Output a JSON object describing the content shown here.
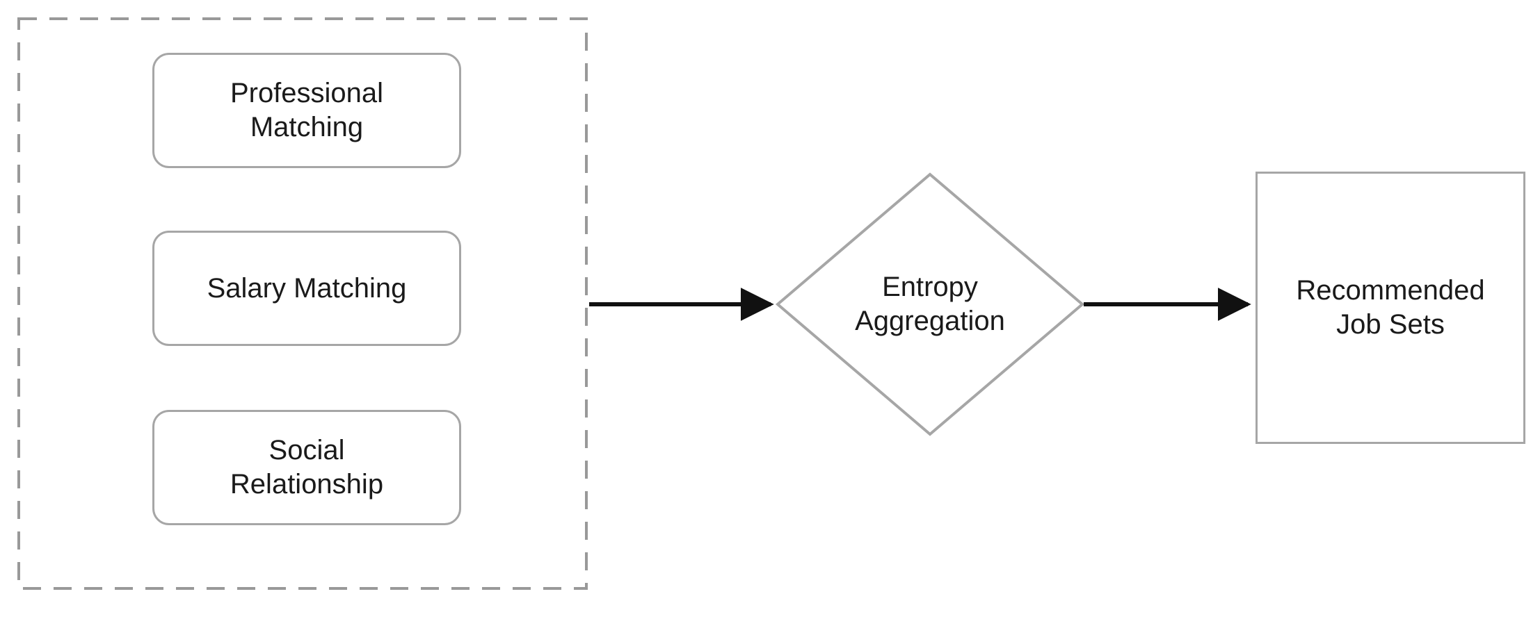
{
  "diagram": {
    "input_group": {
      "nodes": [
        {
          "label": "Professional\nMatching"
        },
        {
          "label": "Salary Matching"
        },
        {
          "label": "Social\nRelationship"
        }
      ]
    },
    "decision": {
      "label": "Entropy\nAggregation"
    },
    "output": {
      "label": "Recommended\nJob Sets"
    },
    "colors": {
      "background": "#ffffff",
      "shape_border": "#a6a6a6",
      "dashed_border": "#999999",
      "arrow": "#111111",
      "text": "#1a1a1a"
    }
  }
}
